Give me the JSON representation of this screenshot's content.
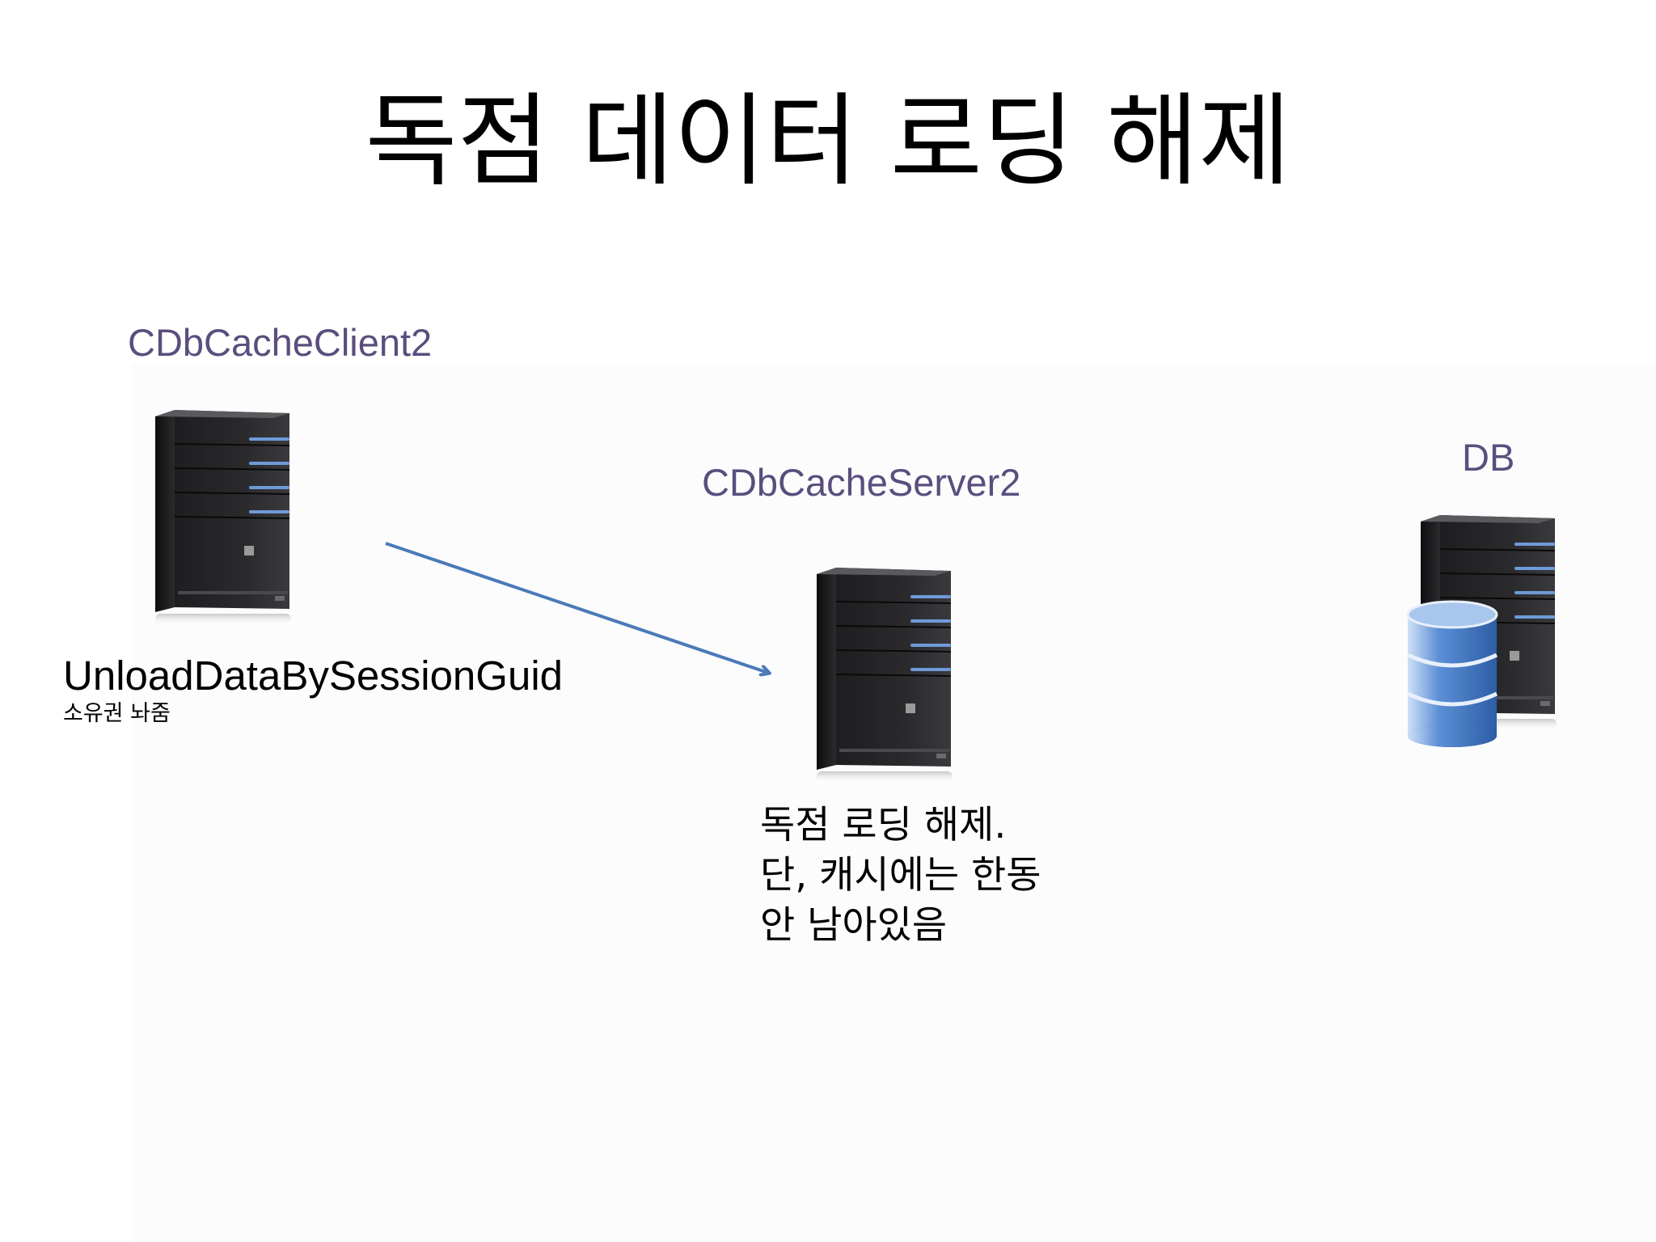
{
  "slide": {
    "title": "독점 데이터 로딩 해제"
  },
  "colors": {
    "label": "#5a4e7e",
    "arrow": "#4a7ab8",
    "server_body": "#1e1e20",
    "server_light": "#6f9ad8",
    "db_cylinder": "#5b8fd6"
  },
  "nodes": {
    "client": {
      "label": "CDbCacheClient2",
      "icon": "server-icon",
      "caption": "UnloadDataBySessionGuid",
      "sub_caption": "소유권 놔줌"
    },
    "server": {
      "label": "CDbCacheServer2",
      "icon": "server-icon",
      "note_lines": [
        "독점 로딩 해제.",
        "단, 캐시에는 한동",
        "안 남아있음"
      ]
    },
    "db": {
      "label": "DB",
      "icon": "database-server-icon"
    }
  },
  "edges": [
    {
      "from": "client",
      "to": "server",
      "style": "arrow"
    }
  ]
}
